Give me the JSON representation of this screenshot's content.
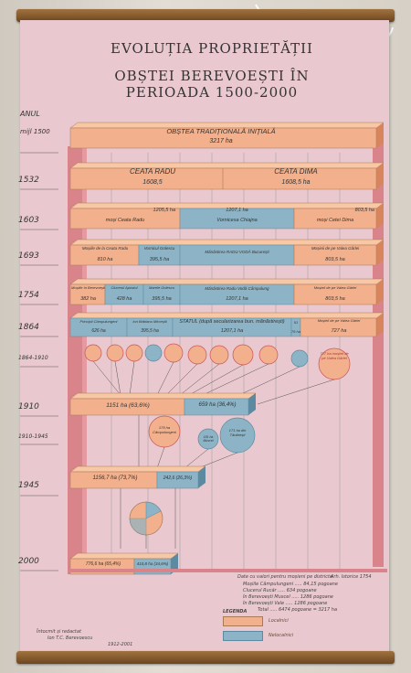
{
  "poster": {
    "title_line1": "EVOLUȚIA PROPRIETĂȚII",
    "title_line2": "OBȘTEI BEREVOEȘTI ÎN PERIOADA 1500-2000"
  },
  "axis": {
    "header": "ANUL",
    "ticks": [
      "mijl 1500",
      "1532",
      "1603",
      "1693",
      "1754",
      "1864",
      "1864-1910",
      "1910",
      "1910-1945",
      "1945",
      "2000"
    ]
  },
  "bars": {
    "b1500": {
      "title": "OBȘTEA TRADIȚIONALĂ INIȚIALĂ",
      "value": "3217 ha"
    },
    "b1532": {
      "left_title": "CEATA RADU",
      "left_value": "1608,5",
      "right_title": "CEATA DIMA",
      "right_value": "1608,5 ha"
    },
    "b1603": {
      "left_value": "1205,5 ha",
      "left_title": "moși Ceata Radu",
      "mid_value": "1207,1 ha",
      "mid_title": "Vornicesa Chiajna",
      "right_value": "803,5 ha",
      "right_title": "moși Cetei Dima"
    },
    "b1693": {
      "l1_title": "Moșiile de la Ceata Radu",
      "l1_value": "810 ha",
      "l2_title": "Vornicul Golescu",
      "l2_value": "395,5 ha",
      "mid_title": "Mănăstirea RADU VODĂ București",
      "right_title": "Moșieii de pe Valea Gârlei",
      "right_value": "803,5 ha"
    },
    "b1754": {
      "c1_title": "Moșiile în Berevoești",
      "c1_value": "382 ha",
      "c2_title": "Clucerul Apostol",
      "c2_value": "428 ha",
      "c3_title": "Marele Golescu",
      "c3_value": "395,5 ha",
      "mid_title": "Mănăstirea Radu Vodă Câmpulung",
      "mid_value": "1207,1 ha",
      "right_title": "Moșieii de pe Valea Gârlei",
      "right_value": "803,5 ha"
    },
    "b1864": {
      "l_title": "Principii Câmpulungeni",
      "l_value": "626 ha",
      "l2_title": "Ion Brătianu Mirceștii",
      "l2_value": "395,5 ha",
      "mid_title": "STATUL (după secularizarea bun. mănăstirești)",
      "mid_value": "1207,1 ha",
      "mid_note": "51",
      "r_value": "76 ha",
      "right_title": "Moșieii de pe Valea Gârlei",
      "right_value": "727 ha"
    },
    "b1910": {
      "left_value": "1151 ha (63,6%)",
      "right_value": "659 ha (36,4%)"
    },
    "b1945": {
      "left_value": "1156,7 ha (73,7%)",
      "right_value": "242,6 (26,3%)"
    },
    "b2000": {
      "left_value": "776,6 ha (65,4%)",
      "right_value": "410,8 ha (34,6%)"
    }
  },
  "circles_1864_1910": [
    "",
    "",
    "",
    "",
    "",
    "",
    "",
    "",
    "",
    "",
    "727 ha moșieii de pe Valea Gârlei"
  ],
  "circles_1910_1945": [
    {
      "label": "175 ha Câmpulungeni"
    },
    {
      "label": "181 ha Muscel"
    },
    {
      "label": "171 ha din Tânărești"
    }
  ],
  "notes": {
    "distribution_title": "Date cu valori pentru moșieni pe districte",
    "distribution_note": "Arh. Istorice 1754",
    "distribution": [
      "Moșiile Câmpulungeni ..... 84,15 pogoane",
      "Clucerul Rucăr ..... 634 pogoane",
      "în Berevoești Muscel ..... 1286 pogoane",
      "în Berevoești Vale ..... 1286 pogoane"
    ],
    "total": "Total ..... 6474 pogoane = 3217 ha",
    "legend_title": "LEGENDA",
    "legend": [
      "Localnici",
      "Nelocalnici"
    ],
    "author_line1": "Întocmit și redactat",
    "author_line2": "Ion T.C. Berevoescu",
    "date": "1912-2001"
  },
  "colors": {
    "paper": "#e9c9cf",
    "local": "#f2b08c",
    "nonlocal": "#8cb4c6",
    "frame_red": "#d8848a"
  }
}
